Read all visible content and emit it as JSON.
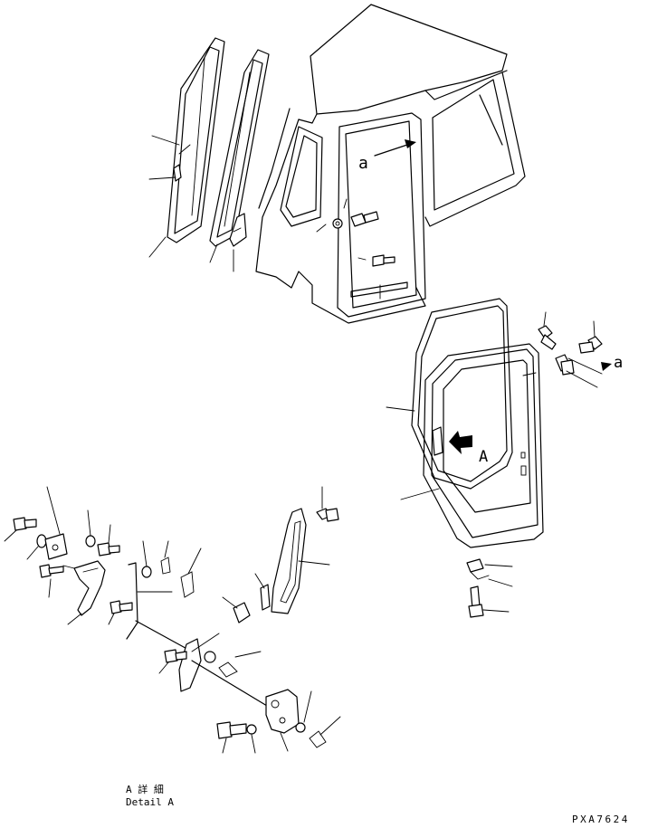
{
  "labels": {
    "ref_a_upper": "a",
    "ref_a_right": "a",
    "ref_A": "A",
    "detail_title_jp": "A 詳 細",
    "detail_title_en": "Detail A",
    "drawing_code": "PXA7624"
  }
}
